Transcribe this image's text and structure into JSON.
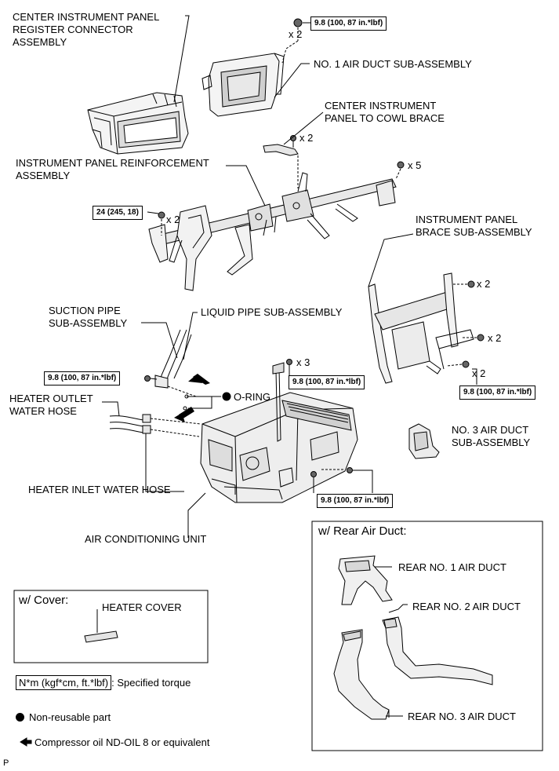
{
  "labels": {
    "center_register_l1": "CENTER INSTRUMENT PANEL",
    "center_register_l2": "REGISTER CONNECTOR",
    "center_register_l3": "ASSEMBLY",
    "no1_duct": "NO. 1 AIR DUCT SUB-ASSEMBLY",
    "cowl_brace_l1": "CENTER INSTRUMENT",
    "cowl_brace_l2": "PANEL TO COWL BRACE",
    "reinforcement_l1": "INSTRUMENT PANEL REINFORCEMENT",
    "reinforcement_l2": "ASSEMBLY",
    "brace_sub_l1": "INSTRUMENT PANEL",
    "brace_sub_l2": "BRACE SUB-ASSEMBLY",
    "suction_l1": "SUCTION PIPE",
    "suction_l2": "SUB-ASSEMBLY",
    "liquid_pipe": "LIQUID PIPE SUB-ASSEMBLY",
    "oring": "O-RING",
    "heater_outlet_l1": "HEATER OUTLET",
    "heater_outlet_l2": "WATER HOSE",
    "no3_duct_l1": "NO. 3 AIR DUCT",
    "no3_duct_l2": "SUB-ASSEMBLY",
    "heater_inlet": "HEATER INLET WATER HOSE",
    "ac_unit": "AIR CONDITIONING UNIT"
  },
  "multipliers": {
    "m_top": "x 2",
    "m_cowl": "x 2",
    "m_x5": "x 5",
    "m_left": "x 2",
    "m_brace1": "x 2",
    "m_brace2": "x 2",
    "m_brace3": "x 2",
    "m_x3": "x 3"
  },
  "torques": {
    "t_top": "9.8 (100, 87 in.*lbf)",
    "t_left": "24 (245, 18)",
    "t_suction": "9.8 (100, 87 in.*lbf)",
    "t_center": "9.8 (100, 87 in.*lbf)",
    "t_brace": "9.8 (100, 87 in.*lbf)",
    "t_bottom": "9.8 (100, 87 in.*lbf)"
  },
  "cover_box": {
    "title": "w/ Cover:",
    "heater_cover": "HEATER COVER"
  },
  "rear_box": {
    "title": "w/ Rear Air Duct:",
    "rear1": "REAR NO. 1 AIR DUCT",
    "rear2": "REAR NO. 2 AIR DUCT",
    "rear3": "REAR NO. 3 AIR DUCT"
  },
  "legend": {
    "torque_unit": "N*m (kgf*cm, ft.*lbf)",
    "torque_text": ": Specified torque",
    "nonreusable": "Non-reusable part",
    "oil": "Compressor oil ND-OIL 8 or equivalent"
  },
  "corner_code": "P"
}
